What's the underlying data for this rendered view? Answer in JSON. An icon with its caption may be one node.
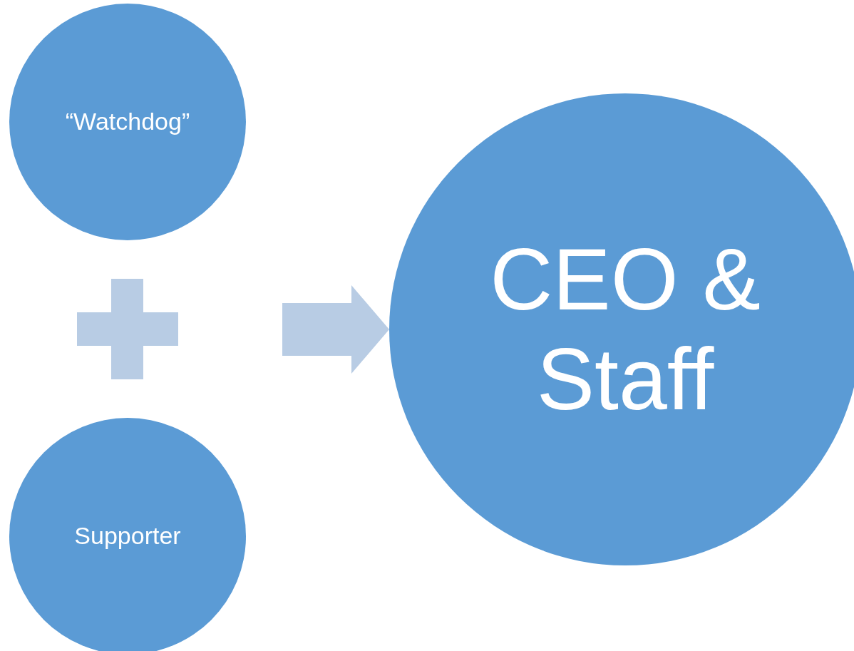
{
  "diagram": {
    "nodes": [
      {
        "text": [
          "“Watchdog”"
        ]
      },
      {
        "text": [
          "Supporter"
        ]
      },
      {
        "text": [
          "CEO & Staff"
        ]
      }
    ],
    "edges": [
      {
        "from": null,
        "to": 2,
        "arrow": "to",
        "style": "thick",
        "color": "#b8cce4"
      }
    ]
  }
}
